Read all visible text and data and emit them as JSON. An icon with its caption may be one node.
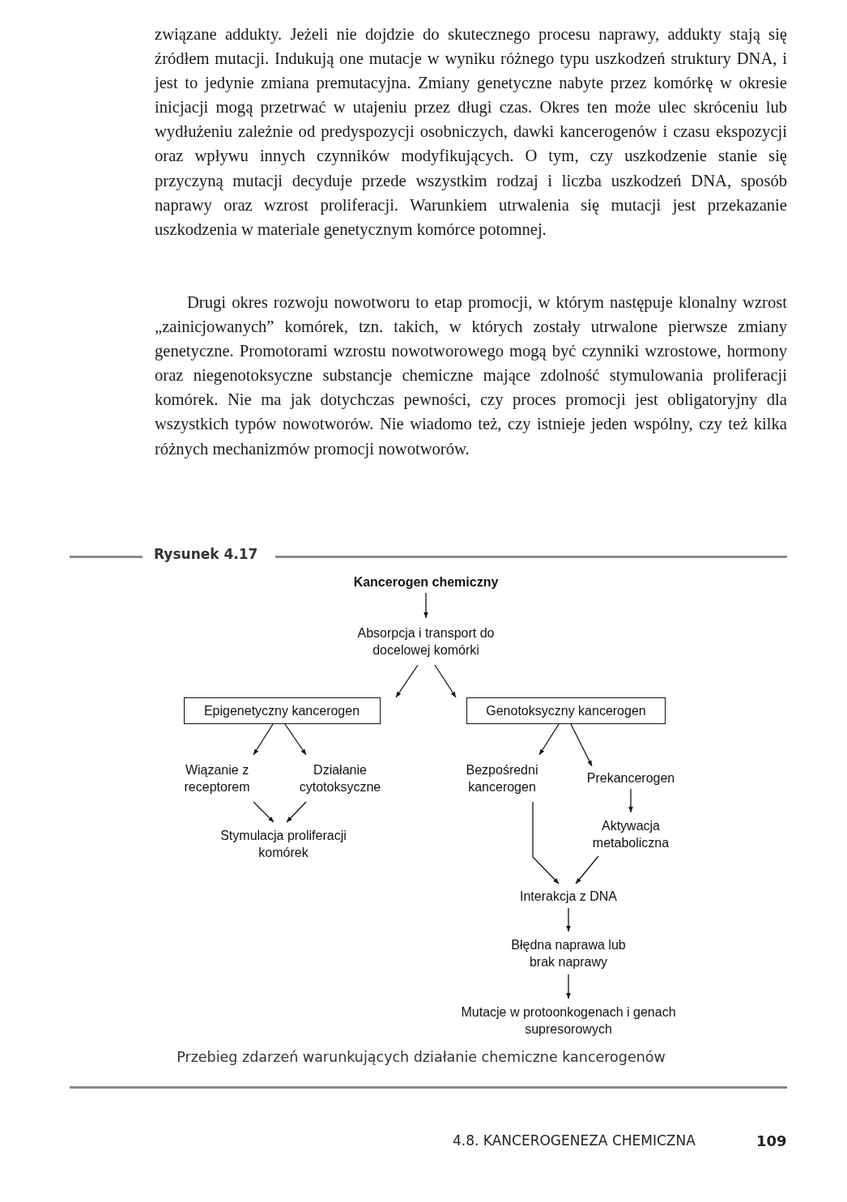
{
  "diagram": {
    "title": "Rysunek 4.17",
    "caption": "Przebieg zdarzeń warunkujących działanie chemiczne kancerogenów",
    "nodes": [
      {
        "text": [
          "Kancerogen chemiczny"
        ]
      },
      {
        "text": [
          "Absorpcja i transport do docelowej komórki"
        ]
      },
      {
        "text": [
          "Epigenetyczny kancerogen"
        ]
      },
      {
        "text": [
          "Genotoksyczny kancerogen"
        ]
      },
      {
        "text": [
          "Wiązanie z receptorem"
        ]
      },
      {
        "text": [
          "Działanie cytotoksyczne"
        ]
      },
      {
        "text": [
          "Bezpośredni kancerogen"
        ]
      },
      {
        "text": [
          "Prekancerogen"
        ]
      },
      {
        "text": [
          "Stymulacja proliferacji komórek"
        ]
      },
      {
        "text": [
          "Aktywacja metaboliczna"
        ]
      },
      {
        "text": [
          "Interakcja z DNA"
        ]
      },
      {
        "text": [
          "Błędna naprawa lub brak naprawy"
        ]
      },
      {
        "text": [
          "Mutacje w protoonkogenach i genach supresorowych"
        ]
      }
    ],
    "edges": [
      {
        "from": 0,
        "to": 1,
        "arrow": "to"
      },
      {
        "from": 1,
        "to": 2,
        "arrow": "to"
      },
      {
        "from": 1,
        "to": 3,
        "arrow": "to"
      },
      {
        "from": 2,
        "to": 4,
        "arrow": "to"
      },
      {
        "from": 2,
        "to": 5,
        "arrow": "to"
      },
      {
        "from": 3,
        "to": 6,
        "arrow": "to"
      },
      {
        "from": 3,
        "to": 7,
        "arrow": "to"
      },
      {
        "from": 4,
        "to": 8,
        "arrow": "to"
      },
      {
        "from": 5,
        "to": 8,
        "arrow": "to"
      },
      {
        "from": 7,
        "to": 9,
        "arrow": "to"
      },
      {
        "from": 6,
        "to": 10,
        "arrow": "to"
      },
      {
        "from": 9,
        "to": 10,
        "arrow": "to"
      },
      {
        "from": 10,
        "to": 11,
        "arrow": "to"
      },
      {
        "from": 11,
        "to": 12,
        "arrow": "to"
      }
    ],
    "labels": [
      "związane addukty. Jeżeli nie dojdzie do skutecznego procesu naprawy, addukty stają się źródłem mutacji. Indukują one mutacje w wyniku różnego typu uszkodzeń struktury DNA, i jest to jedynie zmiana premutacyjna. Zmiany genetyczne nabyte przez komórkę w okresie inicjacji mogą przetrwać w utajeniu przez długi czas. Okres ten może ulec skróceniu lub wydłużeniu zależnie od predyspozycji osobniczych, dawki kancerogenów i czasu ekspozycji oraz wpływu innych czynników modyfikujących. O tym, czy uszkodzenie stanie się przyczyną mutacji decyduje przede wszystkim rodzaj i liczba uszkodzeń DNA, sposób naprawy oraz wzrost proliferacji. Warunkiem utrwalenia się mutacji jest przekazanie uszkodzenia w materiale genetycznym komórce potomnej.",
      "Drugi okres rozwoju nowotworu to etap promocji, w którym następuje klonalny wzrost „zainicjowanych” komórek, tzn. takich, w których zostały utrwalone pierwsze zmiany genetyczne. Promotorami wzrostu nowotworowego mogą być czynniki wzrostowe, hormony oraz niegenotoksyczne substancje chemiczne mające zdolność stymulowania proliferacji komórek. Nie ma jak dotychczas pewności, czy proces promocji jest obligatoryjny dla wszystkich typów nowotworów. Nie wiadomo też, czy istnieje jeden wspólny, czy też kilka różnych mechanizmów promocji nowotworów.",
      "4.8. KANCEROGENEZA CHEMICZNA",
      "109"
    ]
  }
}
